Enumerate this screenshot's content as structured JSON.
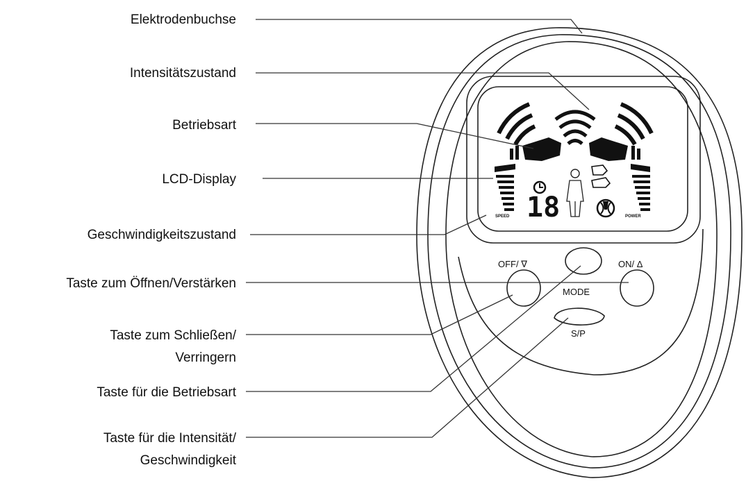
{
  "labels": {
    "elektrodenbuchse": "Elektrodenbuchse",
    "intensitaetszustand": "Intensitätszustand",
    "betriebsart": "Betriebsart",
    "lcd_display": "LCD-Display",
    "geschwindigkeitszustand": "Geschwindigkeitszustand",
    "taste_oeffnen_line1": "Taste zum Öffnen/Verstärken",
    "taste_schliessen_line1": "Taste zum Schließen/",
    "taste_schliessen_line2": "Verringern",
    "taste_betriebsart_line1": "Taste für die Betriebsart",
    "taste_intensitaet_line1": "Taste für die Intensität/",
    "taste_intensitaet_line2": "Geschwindigkeit"
  },
  "device": {
    "off_label": "OFF/ ∇",
    "on_label": "ON/ Δ",
    "mode_label": "MODE",
    "sp_label": "S/P",
    "lcd": {
      "digits": "18",
      "speed_label": "SPEED",
      "power_label": "POWER"
    }
  }
}
